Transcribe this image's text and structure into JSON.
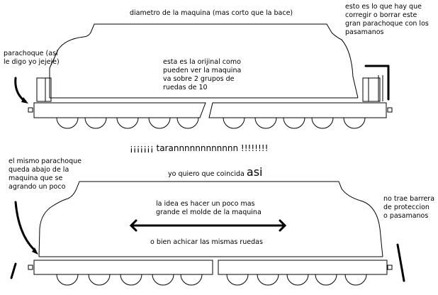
{
  "colors": {
    "stroke": "#000000",
    "background": "#ffffff"
  },
  "labels": {
    "diametro": "diametro de la maquina (mas corto que la bace)",
    "esto_es_lo_que_hay": "esto es lo que hay que\ncorregir o borrar  este\ngran parachoque con los\npasamanos",
    "parachoque_asi": "parachoque (asi\nle digo yo jejeje)",
    "original": "esta es la orijinal como\npueden ver la maquina\nva sobre 2 grupos de\nruedas de 10",
    "taran": "¡¡¡¡¡¡¡   tarannnnnnnnnnnn !!!!!!!!",
    "yo_quiero": "yo quiero que coincida",
    "asi": "asi",
    "mismo_parachoque": "el mismo parachoque\nqueda abajo de la\nmaquina que se\nagrando un poco",
    "la_idea": "la idea es hacer un poco mas\ngrande el molde de la maquina",
    "no_trae": "no trae barrera\nde proteccion\no pasamanos",
    "o_bien": "o bien achicar las mismas ruedas"
  }
}
